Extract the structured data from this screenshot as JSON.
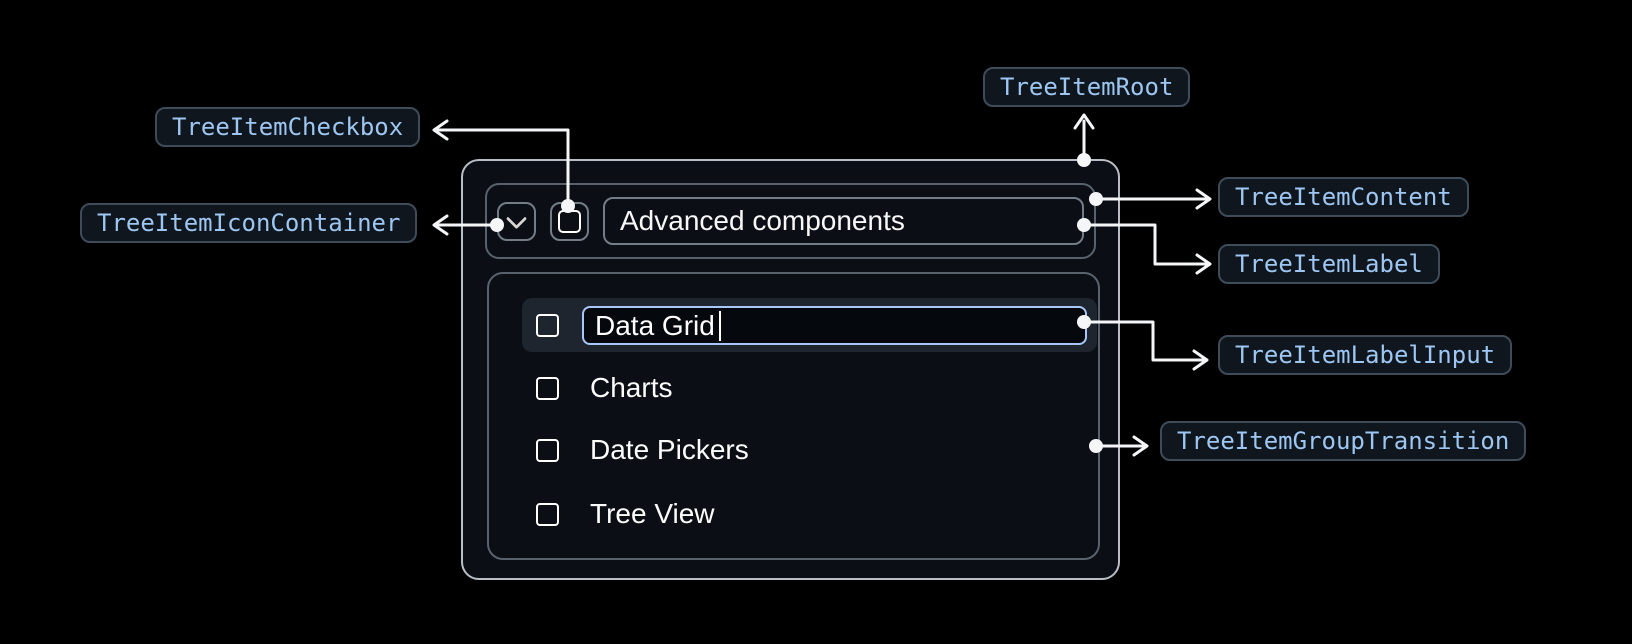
{
  "anatomy_labels": {
    "checkbox": "TreeItemCheckbox",
    "icon_container": "TreeItemIconContainer",
    "root": "TreeItemRoot",
    "content": "TreeItemContent",
    "label": "TreeItemLabel",
    "label_input": "TreeItemLabelInput",
    "group_transition": "TreeItemGroupTransition"
  },
  "tree": {
    "parent": {
      "label": "Advanced components",
      "expanded": true,
      "expand_icon": "chevron-down-icon",
      "checkbox_state": "unchecked"
    },
    "children": [
      {
        "label": "Data Grid",
        "state": "editing",
        "input_value": "Data Grid",
        "checkbox_state": "unchecked"
      },
      {
        "label": "Charts",
        "checkbox_state": "unchecked"
      },
      {
        "label": "Date Pickers",
        "checkbox_state": "unchecked"
      },
      {
        "label": "Tree View",
        "checkbox_state": "unchecked"
      }
    ]
  },
  "colors": {
    "page_background": "#000000",
    "component_background": "#0b0f15",
    "root_border": "#b7bec6",
    "inner_border": "#59626c",
    "accent_input_border": "#a8c7fa",
    "chip_text": "#9dc6f2",
    "chip_border": "#3e4b58",
    "chip_background": "#0f161e",
    "connector": "#f4f6f8",
    "selected_row_background": "#1e252e"
  }
}
